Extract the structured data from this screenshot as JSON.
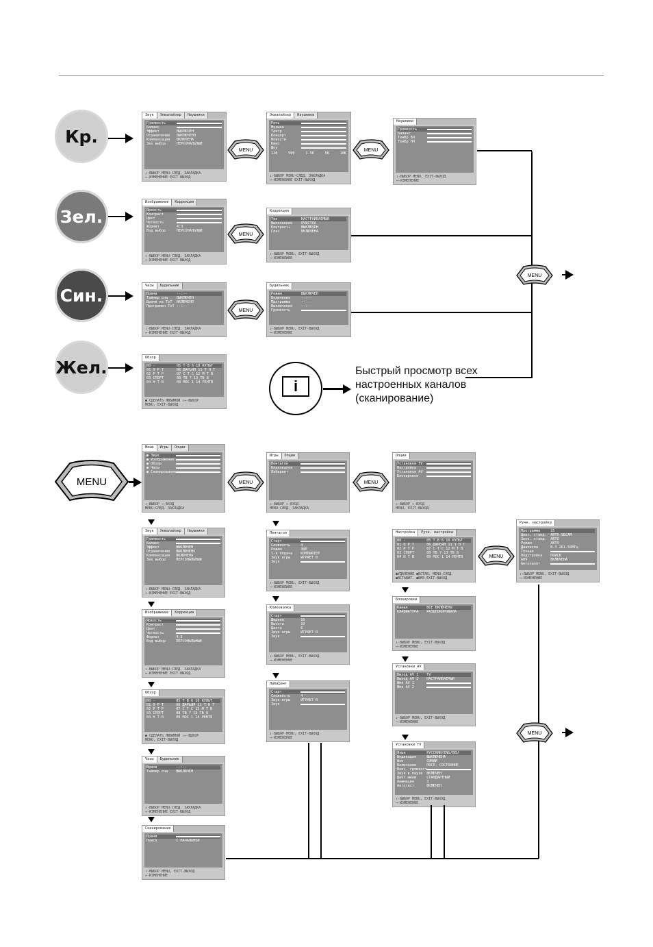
{
  "buttons": {
    "red": "Кр.",
    "green": "Зел.",
    "blue": "Син.",
    "yellow": "Жел."
  },
  "menu_label": "MENU",
  "info_icon": "i",
  "info_text": [
    "Быстрый просмотр всех",
    "настроенных каналов",
    "(сканирование)"
  ],
  "colors": {
    "red_btn": "#cfcfcf",
    "green_btn": "#7a7a7a",
    "blue_btn": "#4a4a4a",
    "yellow_btn": "#cfcfcf"
  },
  "screens": {
    "snd1": {
      "tabs": [
        "Звук",
        "Эквалайзер",
        "Наушники"
      ],
      "rows": [
        [
          "Громкость",
          ""
        ],
        [
          "Баланс",
          ""
        ],
        [
          "Эффект",
          "ВЫКЛЮЧЕН"
        ],
        [
          "Ограничение",
          "ВЫКЛЮЧЕНО"
        ],
        [
          "Компенсация",
          "ВКЛЮЧЕНА"
        ],
        [
          "Звк выбор",
          "ПЕРСОНАЛЬНЫЙ"
        ]
      ],
      "foot": [
        "⇕-ВЫБОР   MENU-СЛЕД. ЗАКЛАДКА",
        "⇔-ИЗМЕНЕНИЕ   EXIT-ВЫХОД"
      ]
    },
    "eq": {
      "tabs": [
        "Эквалайзер",
        "Наушники"
      ],
      "rows": [
        [
          "Речь",
          ""
        ],
        [
          "Музыка",
          ""
        ],
        [
          "Театр",
          ""
        ],
        [
          "Концерт",
          ""
        ],
        [
          "Новости",
          ""
        ],
        [
          "Кино",
          ""
        ],
        [
          "Шоу",
          ""
        ]
      ],
      "foot": [
        "⇕-ВЫБОР   MENU-СЛЕД. ЗАКЛАДКА",
        "⇔-ИЗМЕНЕНИЕ   EXIT-ВЫХОД"
      ],
      "bands": [
        "120",
        "500",
        "1.5K",
        "5K",
        "10K"
      ]
    },
    "hp": {
      "tabs": [
        "Наушники"
      ],
      "rows": [
        [
          "Громкость",
          ""
        ],
        [
          "Баланс",
          ""
        ],
        [
          "Тембр ВЧ",
          ""
        ],
        [
          "Тембр НЧ",
          ""
        ]
      ],
      "foot": [
        "⇕-ВЫБОР   MENU, EXIT-ВЫХОД",
        "⇔-ИЗМЕНЕНИЕ"
      ]
    },
    "pic1": {
      "tabs": [
        "Изображение",
        "Коррекция"
      ],
      "rows": [
        [
          "Яркость",
          ""
        ],
        [
          "Контраст",
          ""
        ],
        [
          "Цвет",
          ""
        ],
        [
          "Четкость",
          ""
        ],
        [
          "Формат",
          "4:3"
        ],
        [
          "Взд выбор",
          "ПЕРСОНАЛЬНЫЙ"
        ]
      ],
      "foot": [
        "⇕-ВЫБОР   MENU-СЛЕД. ЗАКЛАДКА",
        "⇔-ИЗМЕНЕНИЕ   EXIT-ВЫХОД"
      ]
    },
    "corr": {
      "tabs": [
        "Коррекция"
      ],
      "rows": [
        [
          "Тон",
          "НАСТРАИВАЕМЫЙ"
        ],
        [
          "Выполнение",
          "ОЧИСТКА"
        ],
        [
          "Контраст+",
          "ВЫКЛЮЧЕН"
        ],
        [
          "Глаз",
          "ВКЛЮЧЕНА"
        ]
      ],
      "foot": [
        "⇕-ВЫБОР   MENU, EXIT-ВЫХОД",
        "⇔-ИЗМЕНЕНИЕ"
      ]
    },
    "clk": {
      "tabs": [
        "Часы",
        "Будильник"
      ],
      "rows": [
        [
          "Время",
          "--:--"
        ],
        [
          "Таймер сна",
          "ВЫКЛЮЧЕН"
        ],
        [
          "Время из TxT",
          "ВКЛЮЧЕНО"
        ],
        [
          "Програмен TxT",
          "--:--"
        ]
      ],
      "foot": [
        "⇕-ВЫБОР   MENU-СЛЕД. ЗАКЛАДКА",
        "⇔-ИЗМЕНЕНИЕ   EXIT-ВЫХОД"
      ]
    },
    "alarm": {
      "tabs": [
        "Будильник"
      ],
      "rows": [
        [
          "Режим",
          "ВЫКЛЮЧЕН"
        ],
        [
          "Включение",
          "--:--"
        ],
        [
          "Программа",
          "--"
        ],
        [
          "Выключение",
          "--:--"
        ],
        [
          "Громкость",
          ""
        ]
      ],
      "foot": [
        "⇕-ВЫБОР   MENU, EXIT-ВЫХОД",
        "⇔-ИЗМЕНЕНИЕ"
      ]
    },
    "ovw": {
      "tabs": [
        "Обзор"
      ],
      "rows": [
        [
          "00 -",
          "05 T B 6   10 КУЛЬТ"
        ],
        [
          "01 O P T",
          "06 ДАРЬЯЛ  11 T H T"
        ],
        [
          "02 P T P",
          "07 C T C   12 M T B"
        ],
        [
          "03 СПОРТ",
          "08 TB 7    13 TB 8"
        ],
        [
          "04 H T B",
          "09 МОС 1   14 РЕНТВ"
        ]
      ],
      "foot": [
        "● СДЕЛАТЬ ЛЮБИМОЙ   ⇕⇔-ВЫБОР",
        "MENU, EXIT-ВЫХОД"
      ]
    },
    "main": {
      "tabs": [
        "Меню",
        "Игры",
        "Опции"
      ],
      "rows": [
        [
          "● Звук",
          ""
        ],
        [
          "● Изображение",
          ""
        ],
        [
          "● Обзор",
          ""
        ],
        [
          "● Часы",
          ""
        ],
        [
          "● Сканирование",
          ""
        ]
      ],
      "foot": [
        "⇕-ВЫБОР   ⇔-ВХОД",
        "MENU-СЛЕД. ЗАКЛАДКА"
      ]
    },
    "games": {
      "tabs": [
        "Игры",
        "Опции"
      ],
      "rows": [
        [
          "Пентагон",
          ""
        ],
        [
          "Кликовалка",
          ""
        ],
        [
          "Лабиринт",
          ""
        ]
      ],
      "foot": [
        "⇕-ВЫБОР   ⇔-ВХОД",
        "MENU-СЛЕД. ЗАКЛАДКА"
      ]
    },
    "opts": {
      "tabs": [
        "Опции"
      ],
      "rows": [
        [
          "Установки TV",
          ""
        ],
        [
          "Настройка",
          ""
        ],
        [
          "Установки AV",
          ""
        ],
        [
          "Блокировки",
          ""
        ]
      ],
      "foot": [
        "⇕-ВЫБОР   ⇔-ВХОД",
        "MENU, EXIT-ВЫХОД"
      ]
    },
    "g1": {
      "tabs": [
        "Пентагон"
      ],
      "rows": [
        [
          "Старт",
          ""
        ],
        [
          "Сложность",
          "4"
        ],
        [
          "Режим",
          "ЗВЛ"
        ],
        [
          "1-я подача",
          "КОМПЬЮТЕР"
        ],
        [
          "Звук игры",
          "ИГРАЕТ В"
        ],
        [
          "Звук",
          ""
        ]
      ],
      "foot": [
        "⇕-ВЫБОР   MENU, EXIT-ВЫХОД",
        "⇔-ИЗМЕНЕНИЕ"
      ]
    },
    "g2": {
      "tabs": [
        "Кликовалка"
      ],
      "rows": [
        [
          "Старт",
          ""
        ],
        [
          "Ширина",
          "10"
        ],
        [
          "Высота",
          "10"
        ],
        [
          "Цвета",
          "6"
        ],
        [
          "Звук игры",
          "ИГРАЕТ В"
        ],
        [
          "Звук",
          ""
        ]
      ],
      "foot": [
        "⇕-ВЫБОР   MENU, EXIT-ВЫХОД",
        "⇔-ИЗМЕНЕНИЕ"
      ]
    },
    "g3": {
      "tabs": [
        "Лабиринт"
      ],
      "rows": [
        [
          "Старт",
          ""
        ],
        [
          "Сложность",
          "4"
        ],
        [
          "Звук игры",
          "ИГРАЕТ В"
        ],
        [
          "Звук",
          ""
        ]
      ],
      "foot": [
        "⇕-ВЫБОР   MENU, EXIT-ВЫХОД",
        "⇔-ИЗМЕНЕНИЕ"
      ]
    },
    "tune": {
      "tabs": [
        "Настройка",
        "Ручн. настройка"
      ],
      "rows": [
        [
          "00 -",
          "05 T B 6   10 КУЛЬТ"
        ],
        [
          "01 O P T",
          "06 ДАРЬЯЛ  11 T H T"
        ],
        [
          "02 P T P",
          "07 C T C   12 M T B"
        ],
        [
          "03 СПОРТ",
          "08 TB 7    13 TB 8"
        ],
        [
          "04 H T B",
          "09 МОС 1   14 РЕНТВ"
        ]
      ],
      "foot": [
        "●УДАЛЕНИЕ ●ВСТАВ. MENU-СЛЕД.",
        "●ВСТАВИТ. ●ИМЯ   EXIT-ВЫХОД"
      ]
    },
    "manual": {
      "tabs": [
        "Ручн. настройка"
      ],
      "rows": [
        [
          "Программа",
          "15"
        ],
        [
          "Цвет. станд.",
          "АВТО-SECAM"
        ],
        [
          "Звук. станд.",
          "АВТО"
        ],
        [
          "Режим",
          "АВТО"
        ],
        [
          "Диапазон",
          "B-3   261.50МГц"
        ],
        [
          "Точная",
          ""
        ],
        [
          "Подстройка",
          "ПОИСК"
        ],
        [
          "АПЧ",
          "ВКЛЮЧЕНА"
        ],
        [
          "Автопилот",
          ""
        ]
      ],
      "foot": [
        "⇕-ВЫБОР   MENU, EXIT-ВЫХОД",
        "⇔-ИЗМЕНЕНИЕ"
      ]
    },
    "locks": {
      "tabs": [
        "Блокировки"
      ],
      "rows": [
        [
          "Канал",
          "ВСЕ ВКЛЮЧЕНЫ"
        ],
        [
          "КЛАВИАТУРА",
          "РАЗБЛОКИРОВАНА"
        ]
      ],
      "foot": [
        "⇕-ВЫБОР   MENU, EXIT-ВЫХОД",
        "⇔-ИЗМЕНЕНИЕ"
      ]
    },
    "av": {
      "tabs": [
        "Установки AV"
      ],
      "rows": [
        [
          "Выход AV 1",
          "TV"
        ],
        [
          "Выход AV 2",
          "НАСТРАИВАЕМЫЙ"
        ],
        [
          "Имя AV 1",
          ""
        ],
        [
          "Имя AV 2",
          ""
        ]
      ],
      "foot": [
        "⇕-ВЫБОР   MENU, EXIT-ВЫХОД",
        "⇔-ИЗМЕНЕНИЕ"
      ]
    },
    "tvset": {
      "tabs": [
        "Установки TV"
      ],
      "rows": [
        [
          "Язык",
          "РУССКИЙ/ENG/DEU"
        ],
        [
          "Индикация",
          "ВЫКЛЮЧЕНА"
        ],
        [
          "Фон",
          "СИНИЙ"
        ],
        [
          "Включение",
          "ПОСЛ. СОСТОЯНИЕ"
        ],
        [
          "Вкнс. громкость",
          ""
        ],
        [
          "Звук в паузе",
          "ВКЛЮЧЕН"
        ],
        [
          "Цвет меню",
          "СТАНДАРТНЫЙ"
        ],
        [
          "Анимация",
          "3"
        ],
        [
          "Автотест",
          "ВКЛЮЧЕН"
        ]
      ],
      "foot": [
        "⇕-ВЫБОР   MENU, EXIT-ВЫХОД",
        "⇔-ИЗМЕНЕНИЕ"
      ]
    },
    "snd2": {
      "tabs": [
        "Звук",
        "Эквалайзер",
        "Наушники"
      ],
      "rows": [
        [
          "Громкость",
          ""
        ],
        [
          "Баланс",
          ""
        ],
        [
          "Эффект",
          "ВЫКЛЮЧЕН"
        ],
        [
          "Ограничение",
          "ВЫКЛЮЧЕНО"
        ],
        [
          "Компенсация",
          "ВКЛЮЧЕНА"
        ],
        [
          "Звк выбор",
          "ПЕРСОНАЛЬНЫЙ"
        ]
      ],
      "foot": [
        "⇕-ВЫБОР   MENU-СЛЕД. ЗАКЛАДКА",
        "⇔-ИЗМЕНЕНИЕ   EXIT-ВЫХОД"
      ]
    },
    "pic2": {
      "tabs": [
        "Изображение",
        "Коррекция"
      ],
      "rows": [
        [
          "Яркость",
          ""
        ],
        [
          "Контраст",
          ""
        ],
        [
          "Цвет",
          ""
        ],
        [
          "Четкость",
          ""
        ],
        [
          "Формат",
          "4:3"
        ],
        [
          "Взд выбор",
          "ПЕРСОНАЛЬНЫЙ"
        ]
      ],
      "foot": [
        "⇕-ВЫБОР   MENU-СЛЕД. ЗАКЛАДКА",
        "⇔-ИЗМЕНЕНИЕ   EXIT-ВЫХОД"
      ]
    },
    "ovw2": {
      "tabs": [
        "Обзор"
      ],
      "rows": [
        [
          "00 -",
          "05 T B 6   10 КУЛЬТ"
        ],
        [
          "01 O P T",
          "06 ДАРЬЯЛ  11 T H T"
        ],
        [
          "02 P T P",
          "07 C T C   12 M T B"
        ],
        [
          "03 СПОРТ",
          "08 TB 7    13 TB 8"
        ],
        [
          "04 H T B",
          "09 МОС 1   14 РЕНТВ"
        ]
      ],
      "foot": [
        "● СДЕЛАТЬ ЛЮБИМОЙ   ⇕⇔-ВЫБОР",
        "MENU, EXIT-ВЫХОД"
      ]
    },
    "clk2": {
      "tabs": [
        "Часы",
        "Будильник"
      ],
      "rows": [
        [
          "Время",
          "--:--"
        ],
        [
          "Таймер сна",
          "ВЫКЛЮЧЕН"
        ]
      ],
      "foot": [
        "⇕-ВЫБОР   MENU-СЛЕД. ЗАКЛАДКА",
        "⇔-ИЗМЕНЕНИЕ   EXIT-ВЫХОД"
      ]
    },
    "scan": {
      "tabs": [
        "Сканирование"
      ],
      "rows": [
        [
          "Время",
          ""
        ],
        [
          "Поиск",
          "С НАЧАЛЬНОЙ"
        ]
      ],
      "foot": [
        "⇕-ВЫБОР   MENU, EXIT-ВЫХОД",
        "⇔-ИЗМЕНЕНИЕ"
      ]
    }
  }
}
